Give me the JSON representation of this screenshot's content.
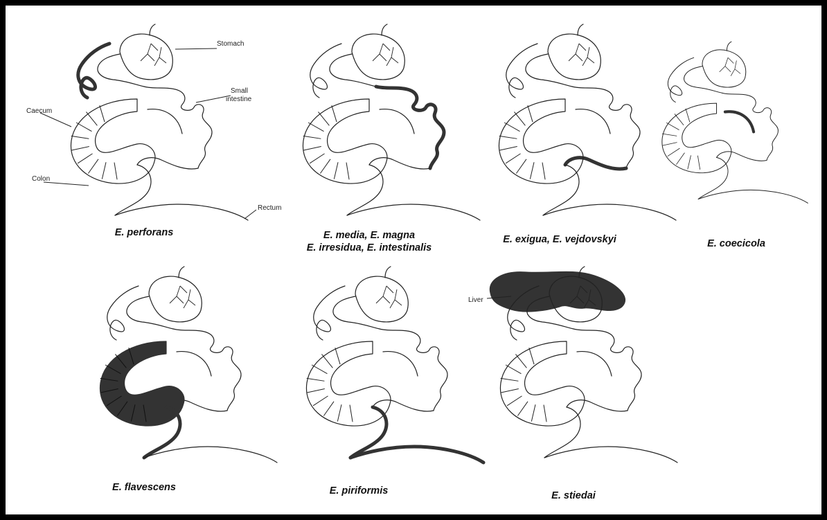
{
  "colors": {
    "background": "#000000",
    "figure_background": "#ffffff",
    "outline": "#222222",
    "infection_fill": "#333333"
  },
  "labels": {
    "stomach": "Stomach",
    "small_intestine_line1": "Small",
    "small_intestine_line2": "intestine",
    "caecum": "Caecum",
    "colon": "Colon",
    "rectum": "Rectum",
    "liver": "Liver"
  },
  "panels": [
    {
      "id": "perforans",
      "caption_line1": "E. perforans",
      "caption_line2": "",
      "infected_site": "upper small intestine"
    },
    {
      "id": "media",
      "caption_line1": "E. media, E. magna",
      "caption_line2": "E. irresidua, E. intestinalis",
      "infected_site": "small intestine loops"
    },
    {
      "id": "exigua",
      "caption_line1": "E. exigua, E. vejdovskyi",
      "caption_line2": "",
      "infected_site": "lower small intestine"
    },
    {
      "id": "coecicola",
      "caption_line1": "E. coecicola",
      "caption_line2": "",
      "infected_site": "appendix / ileum end"
    },
    {
      "id": "flavescens",
      "caption_line1": "E. flavescens",
      "caption_line2": "",
      "infected_site": "caecum and colon"
    },
    {
      "id": "piriformis",
      "caption_line1": "E. piriformis",
      "caption_line2": "",
      "infected_site": "colon"
    },
    {
      "id": "stiedai",
      "caption_line1": "E. stiedai",
      "caption_line2": "",
      "infected_site": "liver"
    }
  ]
}
